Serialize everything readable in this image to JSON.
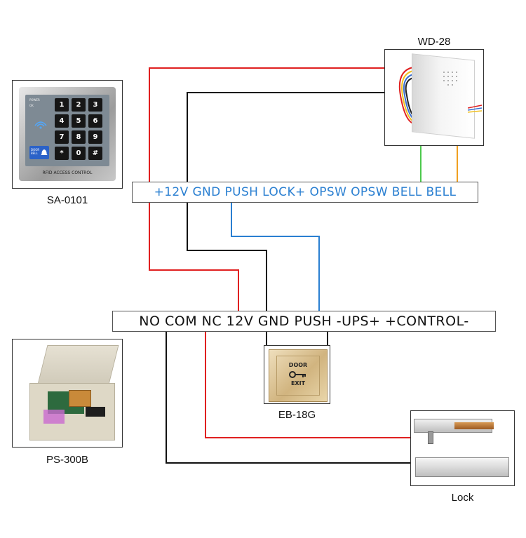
{
  "devices": {
    "keypad": {
      "caption": "SA-0101",
      "led_power": "POWER",
      "led_ok": "OK",
      "keys": [
        "1",
        "2",
        "3",
        "4",
        "5",
        "6",
        "7",
        "8",
        "9",
        "*",
        "0",
        "#"
      ],
      "door_bell": "DOOR BELL",
      "footer": "RFID ACCESS CONTROL"
    },
    "bell": {
      "caption": "WD-28"
    },
    "power_supply": {
      "caption": "PS-300B"
    },
    "exit_button": {
      "caption": "EB-18G",
      "line1": "DOOR",
      "line2": "EXIT"
    },
    "lock": {
      "caption": "Lock"
    }
  },
  "terminals": {
    "bell_strip": "+12V GND PUSH LOCK+ OPSW OPSW BELL BELL",
    "power_strip": "NO COM NC 12V GND PUSH -UPS+ +CONTROL-"
  },
  "wire_colors": {
    "red": "#e02020",
    "black": "#111111",
    "blue": "#2a7fd1",
    "green": "#4cc94c",
    "orange": "#f0a020"
  }
}
